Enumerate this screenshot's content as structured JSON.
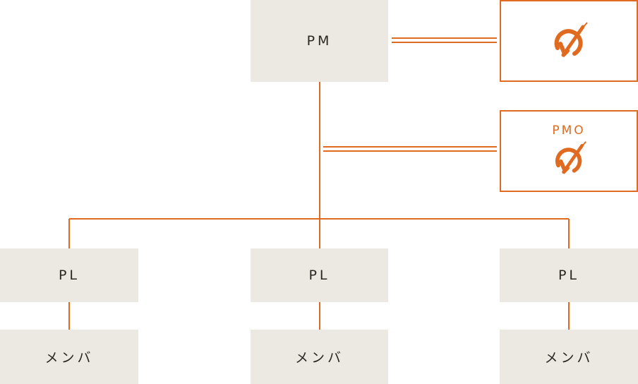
{
  "nodes": {
    "pm": "PM",
    "pmo": "PMO",
    "pl_1": "PL",
    "pl_2": "PL",
    "pl_3": "PL",
    "member_1": "メンバ",
    "member_2": "メンバ",
    "member_3": "メンバ"
  },
  "colors": {
    "accent": "#e06a1f",
    "box_fill": "#ece9e3",
    "text": "#2a2623"
  },
  "icons": {
    "logo": "orange-circle-slash-logo-icon"
  }
}
